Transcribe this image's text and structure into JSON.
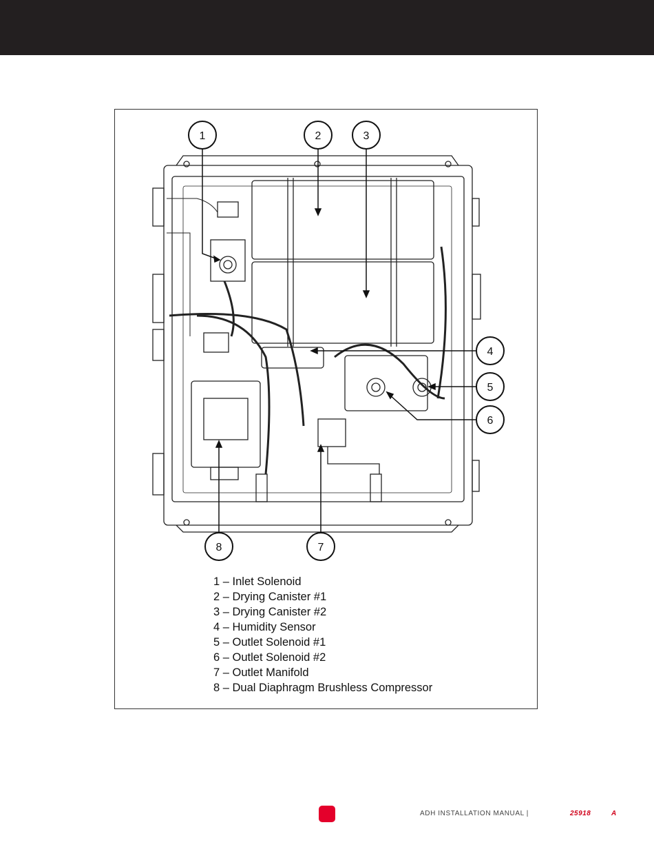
{
  "callouts": [
    "1",
    "2",
    "3",
    "4",
    "5",
    "6",
    "7",
    "8"
  ],
  "legend": {
    "items": [
      "1 – Inlet Solenoid",
      "2 – Drying Canister #1",
      "3 – Drying Canister #2",
      "4 – Humidity Sensor",
      "5 – Outlet Solenoid #1",
      "6 – Outlet Solenoid #2",
      "7 – Outlet Manifold",
      "8 – Dual Diaphragm Brushless Compressor"
    ]
  },
  "footer": {
    "doc_title": "ADH INSTALLATION MANUAL |",
    "doc_number": "25918",
    "revision": "A"
  },
  "colors": {
    "header_bar": "#231f20",
    "badge": "#e4002b",
    "accent_text": "#d0021b"
  }
}
